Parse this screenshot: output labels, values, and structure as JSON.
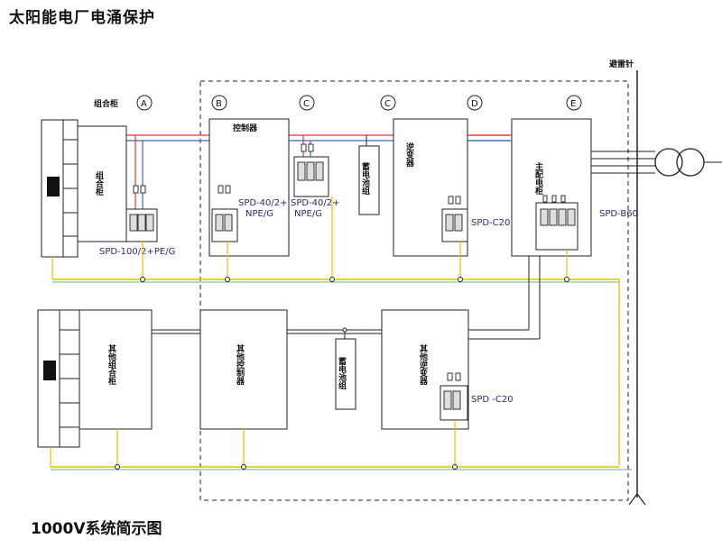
{
  "title": "太阳能电厂电涌保护",
  "caption": "1000V系统简示图",
  "lightning_rod": "避雷针",
  "labels": {
    "combiner_top": "组合柜",
    "combiner_box": "组合柜",
    "controller": "控制器",
    "battery": "蓄电池组",
    "inverter": "逆变器",
    "main_panel": "主配电柜",
    "other_combiner": "其他组合柜",
    "other_controller": "其他控制器",
    "battery2": "蓄电池组",
    "other_inverter": "其他逆变器"
  },
  "zones": [
    "A",
    "B",
    "C",
    "C",
    "D",
    "E"
  ],
  "spd": {
    "a": "SPD-100/2+PE/G",
    "b1": "SPD-40/2+",
    "b2": "NPE/G",
    "c1": "SPD-40/2+",
    "c2": "NPE/G",
    "d": "SPD-C20",
    "e": "SPD-B60",
    "f": "SPD -C20"
  },
  "colors": {
    "red": "#e03838",
    "blue": "#3a64c8",
    "yellow": "#e0c400",
    "green": "#3a9a3a",
    "line": "#222222",
    "spd_text": "#2a2a7a"
  }
}
